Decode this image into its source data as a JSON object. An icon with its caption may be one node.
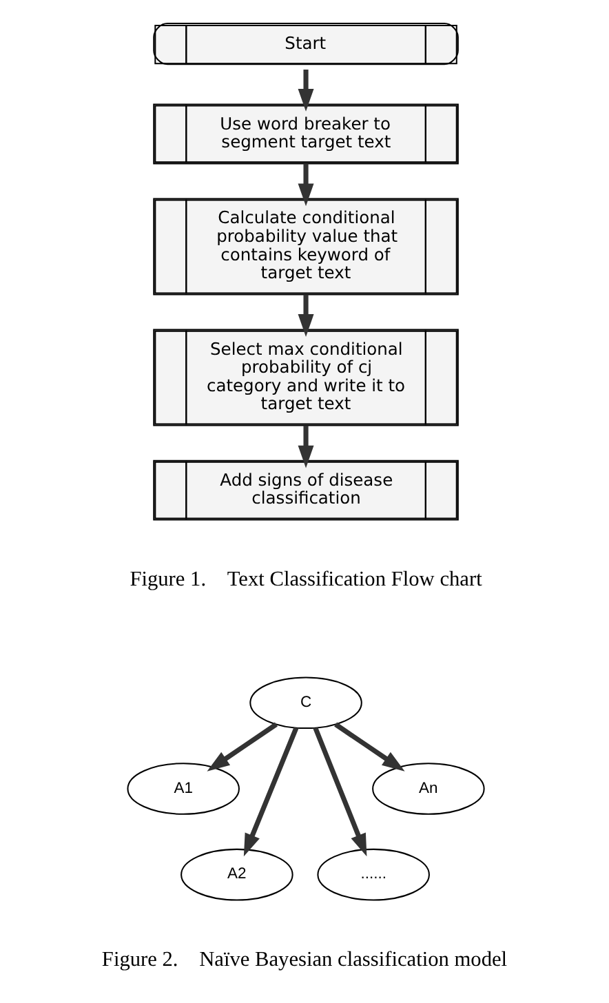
{
  "diagram": {
    "nodes": [
      {
        "text": [
          "Start"
        ]
      },
      {
        "text": [
          "Use word breaker to segment target text"
        ]
      },
      {
        "text": [
          "Calculate conditional probability value that contains keyword of target text"
        ]
      },
      {
        "text": [
          "Select max conditional probability of cj category and write it to target text"
        ]
      },
      {
        "text": [
          "Add signs of disease classification"
        ]
      },
      {
        "text": [
          "C"
        ]
      },
      {
        "text": [
          "A1"
        ]
      },
      {
        "text": [
          "A2"
        ]
      },
      {
        "text": [
          "......"
        ]
      },
      {
        "text": [
          "An"
        ]
      }
    ],
    "edges": [
      {
        "from": 0,
        "to": 1,
        "arrow": "to"
      },
      {
        "from": 1,
        "to": 2,
        "arrow": "to"
      },
      {
        "from": 2,
        "to": 3,
        "arrow": "to"
      },
      {
        "from": 3,
        "to": 4,
        "arrow": "to"
      },
      {
        "from": 5,
        "to": 6,
        "arrow": "to"
      },
      {
        "from": 5,
        "to": 7,
        "arrow": "to"
      },
      {
        "from": 5,
        "to": 8,
        "arrow": "to"
      },
      {
        "from": 5,
        "to": 9,
        "arrow": "to"
      }
    ],
    "labels": [
      "Figure 1.    Text Classification Flow chart",
      "Figure 2.    Naïve Bayesian classification model"
    ]
  }
}
